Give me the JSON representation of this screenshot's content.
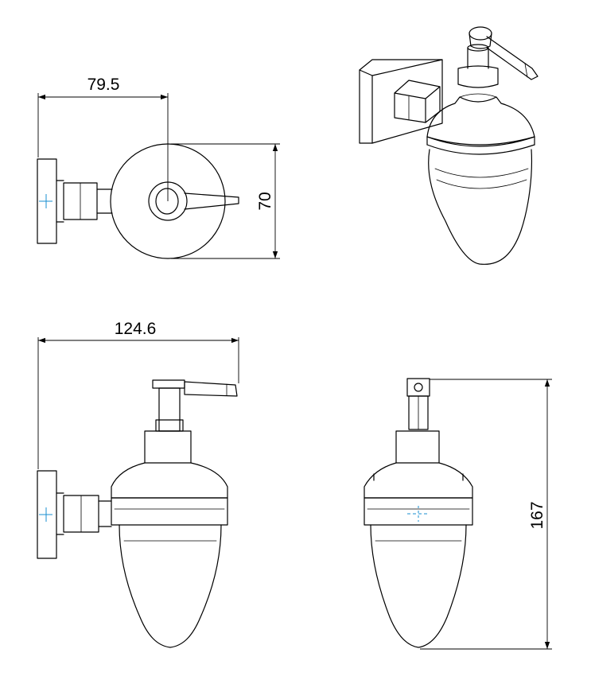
{
  "dimensions": {
    "top_width": "79.5",
    "top_diameter": "70",
    "side_width": "124.6",
    "height": "167"
  },
  "colors": {
    "line": "#000000",
    "centerline": "#1a8fd0",
    "background": "#ffffff"
  }
}
